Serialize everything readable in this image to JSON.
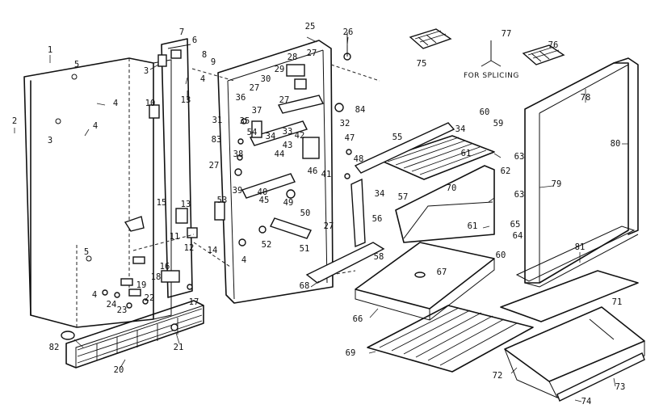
{
  "diagram": {
    "note": "FOR SPLICING",
    "labels": [
      "1",
      "2",
      "3",
      "3",
      "4",
      "4",
      "4",
      "4",
      "4",
      "5",
      "5",
      "6",
      "7",
      "8",
      "9",
      "10",
      "11",
      "12",
      "13",
      "13",
      "14",
      "15",
      "16",
      "17",
      "18",
      "19",
      "20",
      "21",
      "22",
      "23",
      "24",
      "25",
      "26",
      "27",
      "27",
      "27",
      "27",
      "27",
      "28",
      "29",
      "30",
      "31",
      "32",
      "33",
      "34",
      "34",
      "34",
      "35",
      "36",
      "37",
      "38",
      "39",
      "40",
      "41",
      "42",
      "43",
      "44",
      "45",
      "46",
      "47",
      "48",
      "49",
      "50",
      "51",
      "52",
      "53",
      "54",
      "55",
      "56",
      "57",
      "58",
      "59",
      "60",
      "60",
      "61",
      "61",
      "62",
      "63",
      "63",
      "64",
      "65",
      "66",
      "67",
      "68",
      "69",
      "70",
      "71",
      "72",
      "73",
      "74",
      "75",
      "76",
      "77",
      "78",
      "79",
      "80",
      "81",
      "82",
      "83",
      "84"
    ]
  }
}
